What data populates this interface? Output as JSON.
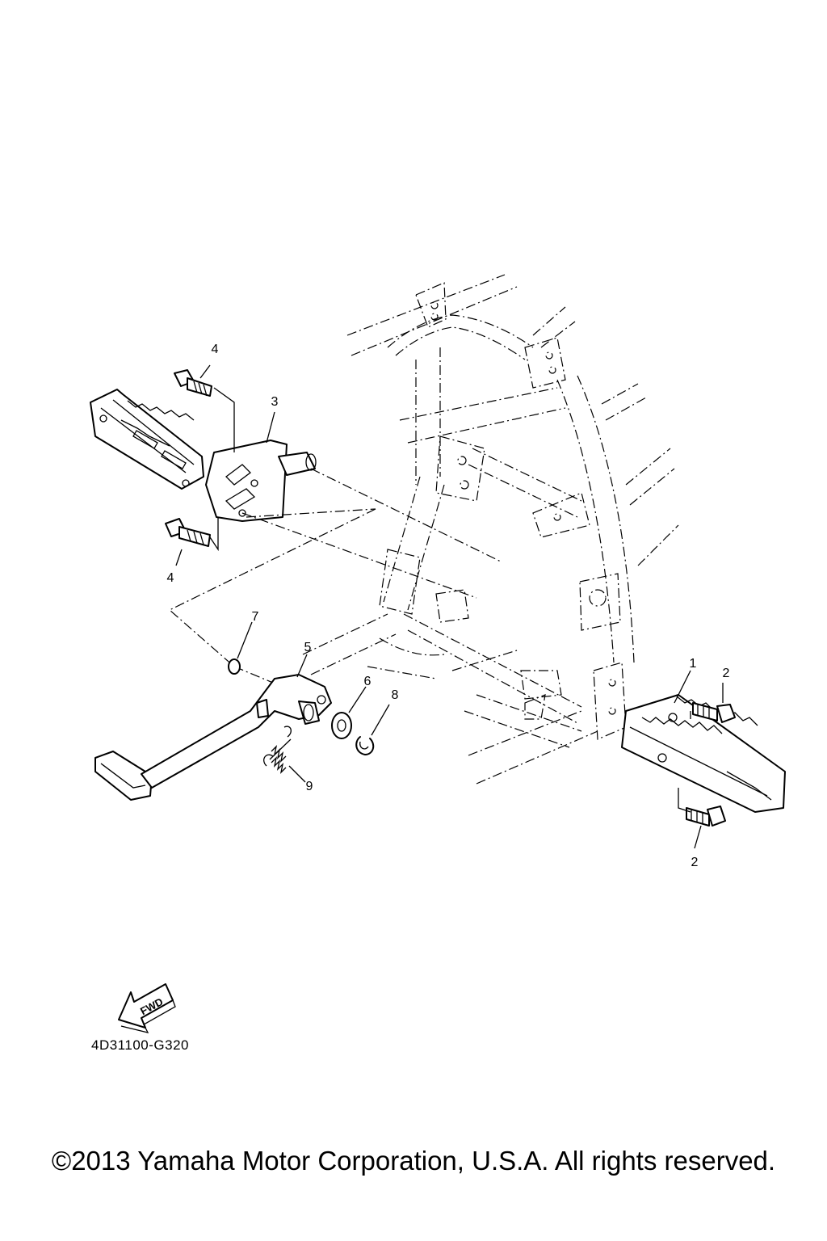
{
  "callouts": {
    "c1": "1",
    "c2a": "2",
    "c2b": "2",
    "c3": "3",
    "c4a": "4",
    "c4b": "4",
    "c5": "5",
    "c6": "6",
    "c7": "7",
    "c8": "8",
    "c9": "9"
  },
  "fwd_label": "FWD",
  "diagram_code": "4D31100-G320",
  "copyright": "©2013 Yamaha Motor Corporation, U.S.A. All rights reserved."
}
